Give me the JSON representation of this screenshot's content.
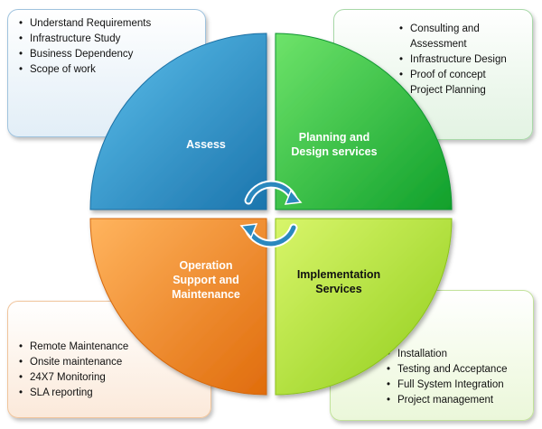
{
  "quadrants": {
    "assess": {
      "label": "Assess",
      "color": "#2b91c4"
    },
    "plan": {
      "label_line1": "Planning and",
      "label_line2": "Design services",
      "color": "#1fbf3a"
    },
    "op": {
      "label_line1": "Operation",
      "label_line2": "Support and",
      "label_line3": "Maintenance",
      "color": "#f3871e"
    },
    "impl": {
      "label_line1": "Implementation",
      "label_line2": "Services",
      "color": "#a6de2a"
    }
  },
  "boxes": {
    "assess": {
      "items": [
        "Understand Requirements",
        "Infrastructure  Study",
        "Business Dependency",
        "Scope of work"
      ]
    },
    "plan": {
      "items": [
        "Consulting and Assessment",
        "Infrastructure  Design",
        "Proof of concept",
        "Project Planning"
      ]
    },
    "op": {
      "items": [
        "Remote  Maintenance",
        "Onsite maintenance",
        "24X7 Monitoring",
        "SLA reporting"
      ]
    },
    "impl": {
      "items": [
        "Installation",
        "Testing and Acceptance",
        "Full System Integration",
        "Project  management"
      ]
    }
  },
  "center_icon": "cycle-arrows-icon"
}
